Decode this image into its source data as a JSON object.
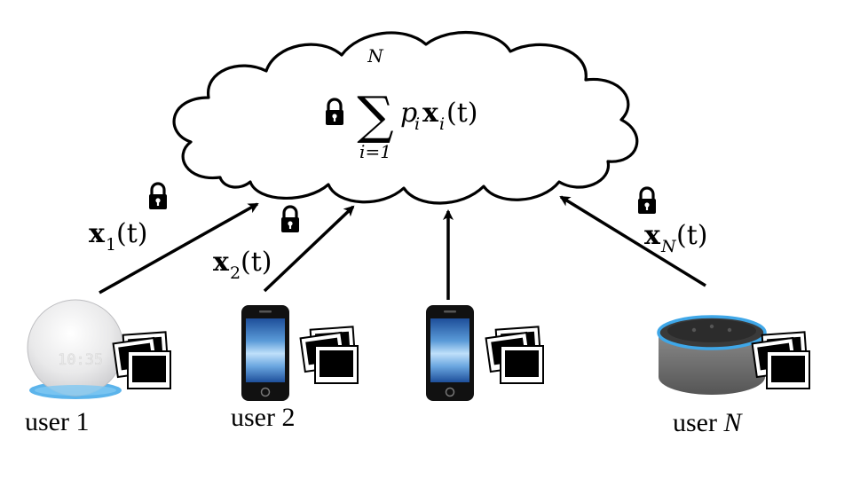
{
  "cloud": {
    "formula": {
      "sum_upper": "N",
      "sum_lower": "i=1",
      "sum_symbol": "∑",
      "term_p": "p",
      "term_p_sub": "i",
      "term_x": "x",
      "term_x_sub": "i",
      "term_arg": "(t)"
    }
  },
  "uploads": [
    {
      "x": "x",
      "sub": "1",
      "arg": "(t)"
    },
    {
      "x": "x",
      "sub": "2",
      "arg": "(t)"
    },
    {
      "x": "x",
      "sub": "N",
      "arg": "(t)"
    }
  ],
  "users": [
    {
      "label": "user 1",
      "device": "smart-speaker-with-clock",
      "clock_text": "10:35"
    },
    {
      "label": "user 2",
      "device": "smartphone"
    },
    {
      "label": "",
      "device": "smartphone"
    },
    {
      "label_prefix": "user ",
      "label_var": "N",
      "device": "smart-speaker"
    }
  ],
  "colors": {
    "stroke": "#000000",
    "phone_screen_top": "#1e4f9a",
    "phone_screen_mid": "#9cc9f0",
    "speaker_glow": "#3fa7e8",
    "echo_dot_body": "#e6e6e6",
    "echo_fabric": "#6f6f6f"
  }
}
